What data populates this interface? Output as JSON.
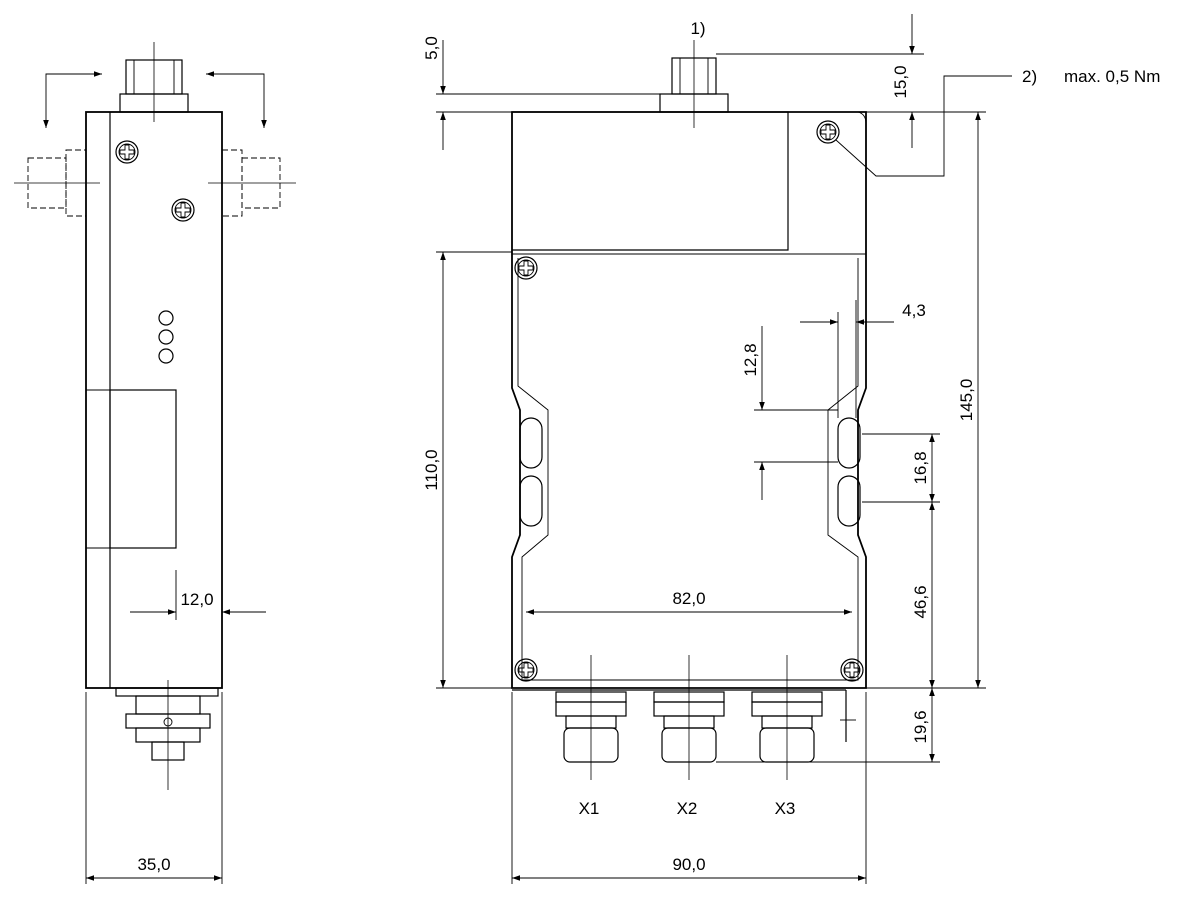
{
  "dimensions": {
    "side_width": "35,0",
    "side_depth": "12,0",
    "top_gap": "5,0",
    "connector_height": "15,0",
    "total_height": "145,0",
    "body_height": "110,0",
    "front_width": "90,0",
    "mount_spacing": "82,0",
    "slot_offset": "4,3",
    "slot_length": "12,8",
    "slot_spacing": "16,8",
    "slot_bottom": "46,6",
    "connector_depth": "19,6"
  },
  "labels": {
    "note_1": "1)",
    "note_2": "2)",
    "torque": "max. 0,5 Nm",
    "x1": "X1",
    "x2": "X2",
    "x3": "X3"
  }
}
